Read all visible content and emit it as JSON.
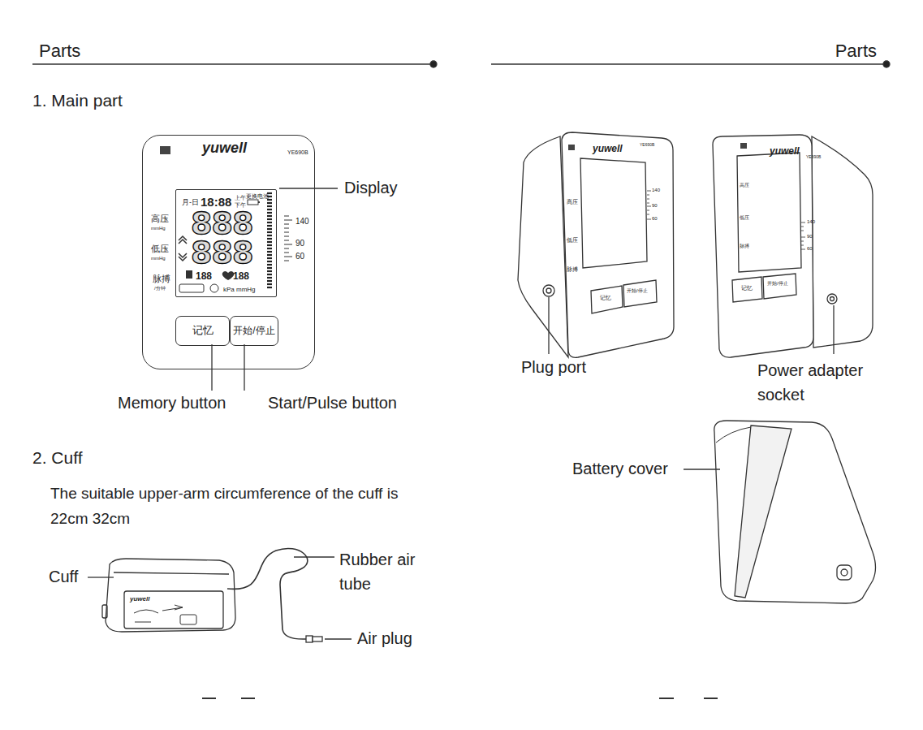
{
  "diagram": {
    "nodes": [
      {
        "text": [
          "yuwell",
          "YE690B",
          "高压",
          "mmHg",
          "低压",
          "mmHg",
          "脉搏",
          "/分钟",
          "140",
          "90",
          "60"
        ]
      },
      {
        "text": [
          "月-日",
          "18:88",
          "上午",
          "下午",
          "更换电池",
          "888",
          "888",
          "188",
          "188",
          "kPa mmHg"
        ],
        "in": 0
      },
      {
        "text": [
          "记忆"
        ],
        "in": 0
      },
      {
        "text": [
          "开始/停止"
        ],
        "in": 0
      }
    ],
    "edges": [],
    "labels": [
      "Parts",
      "Parts",
      "1. Main part",
      "Display",
      "Memory button",
      "Start/Pulse button",
      "2. Cuff",
      "The suitable upper-arm circumference of the cuff is 22cm 32cm",
      "Cuff",
      "Rubber air tube",
      "Air plug",
      "Plug port",
      "Power adapter socket",
      "Battery cover",
      "yuwell",
      "yuwell",
      "YE690B",
      "高压",
      "低压",
      "脉搏",
      "140",
      "90",
      "60",
      "记忆",
      "开始/停止",
      "yuwell",
      "YE690B",
      "高压",
      "低压",
      "脉搏",
      "140",
      "90",
      "60",
      "记忆",
      "开始/停止"
    ]
  }
}
